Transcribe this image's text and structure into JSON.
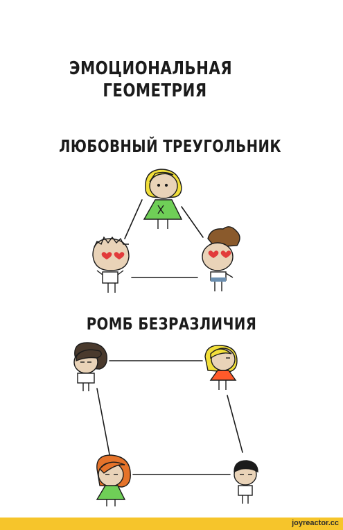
{
  "title": {
    "line1": "ЭМОЦИОНАЛЬНАЯ",
    "line2": "ГЕОМЕТРИЯ"
  },
  "sections": [
    {
      "label": "ЛЮБОВНЫЙ ТРЕУГОЛЬНИК"
    },
    {
      "label": "РОМБ  БЕЗРАЗЛИЧИЯ"
    }
  ],
  "footer": {
    "watermark": "joyreactor.cc"
  },
  "colors": {
    "background": "#ffffff",
    "ink": "#1b1b1b",
    "skin": "#e9d3b8",
    "hair_yellow": "#f2df3a",
    "shirt_green": "#6fcf57",
    "shirt_red": "#ff5a2a",
    "hair_brown": "#8a5a2c",
    "hair_dark": "#4a3a2d",
    "hair_orange": "#e5732a",
    "heart": "#e23b3b",
    "footer_bar": "#f6c52b"
  },
  "icons": [
    "heart-eyes-icon",
    "stick-figure-icon"
  ]
}
